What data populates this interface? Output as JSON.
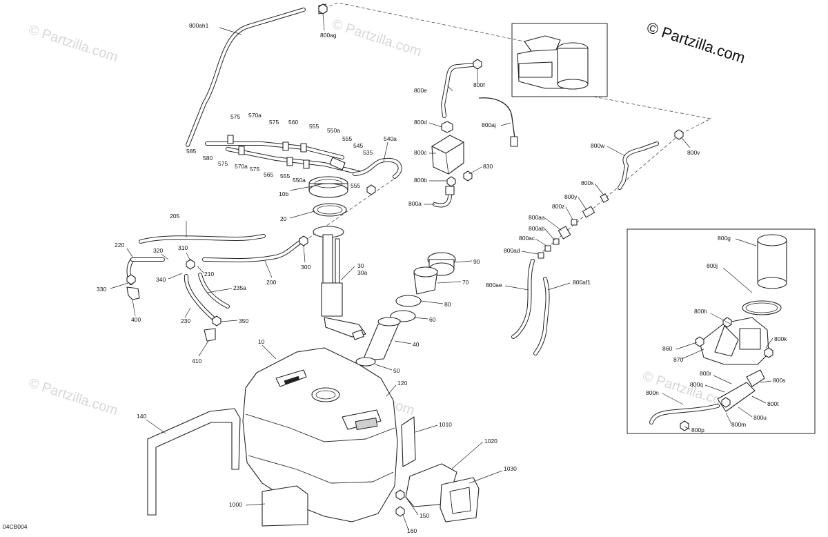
{
  "brand": {
    "watermark_main": "© Partzilla.com",
    "watermark_faint": "© Partzilla.com"
  },
  "diagram_id": "04CB004",
  "callouts": {
    "c800ah1": "800ah1",
    "c800ag": "800ag",
    "c575a": "575",
    "c570a": "570a",
    "c575b": "575",
    "c560": "560",
    "c555a": "555",
    "c550a": "550a",
    "c555b": "555",
    "c545": "545",
    "c535": "535",
    "c540a": "540a",
    "c585": "585",
    "c580": "580",
    "c575c": "575",
    "c570a2": "570a",
    "c575d": "575",
    "c565": "565",
    "c555c": "555",
    "c550a2": "550a",
    "c555d": "555",
    "c10b": "10b",
    "c20": "20",
    "c205": "205",
    "c220": "220",
    "c320": "320",
    "c310": "310",
    "c210": "210",
    "c340": "340",
    "c330": "330",
    "c235a": "235a",
    "c200": "200",
    "c300": "300",
    "c400": "400",
    "c230": "230",
    "c350": "350",
    "c410": "410",
    "c30": "30",
    "c30a": "30a",
    "c90": "90",
    "c70": "70",
    "c80": "80",
    "c60": "60",
    "c40": "40",
    "c50": "50",
    "c10": "10",
    "c120": "120",
    "c140": "140",
    "c1010": "1010",
    "c1020": "1020",
    "c1030": "1030",
    "c1000": "1000",
    "c150": "150",
    "c160": "160",
    "c800e": "800e",
    "c800f": "800f",
    "c800d": "800d",
    "c800aj": "800aj",
    "c800c": "800c",
    "c830": "830",
    "c800b": "800b",
    "c800a": "800a",
    "c800w": "800w",
    "c800v": "800v",
    "c800x": "800x",
    "c800y": "800y",
    "c800z": "800z",
    "c800aa": "800aa",
    "c800ab": "800ab",
    "c800ac": "800ac",
    "c800ad": "800ad",
    "c800ae": "800ae",
    "c800af1": "800af1",
    "c800g": "800g",
    "c800j": "800j",
    "c800h": "800h",
    "c860": "860",
    "c870": "870",
    "c800k": "800k",
    "c800r": "800r",
    "c800q": "800q",
    "c800s": "800s",
    "c800n": "800n",
    "c800t": "800t",
    "c800u": "800u",
    "c800m": "800m",
    "c800p": "800p"
  }
}
